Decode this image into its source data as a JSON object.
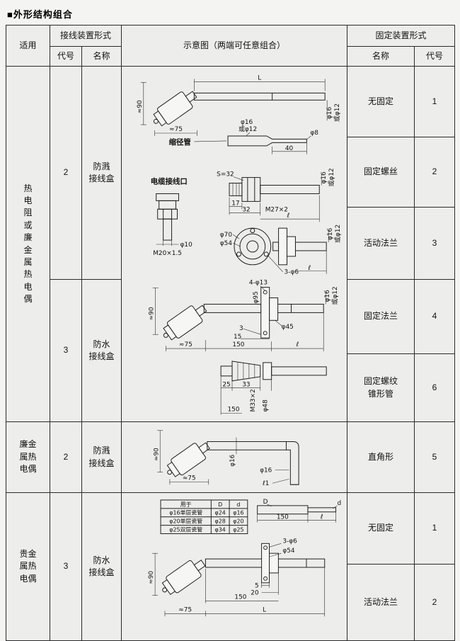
{
  "title": "■外形结构组合",
  "table": {
    "header": {
      "applicable": "适用",
      "junction": "接线装置形式",
      "code": "代号",
      "name": "名称",
      "schematic": "示意图（两端可任意组合）",
      "fixing": "固定装置形式",
      "fix_name": "名称",
      "fix_code": "代号"
    }
  },
  "rows": {
    "sec1": {
      "applicable": "热\n电\n阻\n或\n廉\n金\n属\n热\n电\n偶",
      "j1_code": "2",
      "j1_name": "防溅\n接线盒",
      "j2_code": "3",
      "j2_name": "防水\n接线盒",
      "fix1_name": "无固定",
      "fix1_code": "1",
      "fix2_name": "固定螺丝",
      "fix2_code": "2",
      "fix3_name": "活动法兰",
      "fix3_code": "3",
      "fix4_name": "固定法兰",
      "fix4_code": "4",
      "fix5_name": "固定螺纹\n锥形管",
      "fix5_code": "6"
    },
    "sec2": {
      "applicable": "廉金\n属热\n电偶",
      "j_code": "2",
      "j_name": "防溅\n接线盒",
      "fix_name": "直角形",
      "fix_code": "5"
    },
    "sec3": {
      "applicable": "贵金\n属热\n电偶",
      "j_code": "3",
      "j_name": "防水\n接线盒",
      "fix1_name": "无固定",
      "fix1_code": "1",
      "fix2_name": "活动法兰",
      "fix2_code": "2"
    }
  },
  "diagrams": {
    "splash": {
      "approx90": "≈90",
      "approx75": "≈75",
      "L": "L",
      "dia16": "φ16",
      "or12": "或φ12",
      "reducer": "缩径管",
      "red_dia16": "φ16",
      "red_or12": "或φ12",
      "dia8": "φ8",
      "len40": "40"
    },
    "cable": {
      "title": "电缆接线口",
      "s32": "S=32",
      "d17": "17",
      "d32": "32",
      "thread": "M27×2",
      "dia16": "φ16",
      "or12": "或φ12",
      "ell": "ℓ",
      "dia10": "φ10",
      "gland_thread": "M20×1.5"
    },
    "mflange": {
      "dia70": "φ70",
      "dia54": "φ54",
      "holes": "3-φ6",
      "dia16": "φ16",
      "or12": "或φ12",
      "ell": "ℓ"
    },
    "fflange": {
      "holes": "4-φ13",
      "dia95": "φ95",
      "dia45": "φ45",
      "t3": "3",
      "t15": "15",
      "len150": "150",
      "ell": "ℓ",
      "approx90": "≈90",
      "approx75": "≈75",
      "dia16": "φ16",
      "or12": "或φ12"
    },
    "taper": {
      "d25": "25",
      "d33": "33",
      "thread": "M33×2",
      "dia48": "φ48",
      "len150": "150"
    },
    "rightangle": {
      "approx90": "≈90",
      "approx75": "≈75",
      "dia16h": "φ16",
      "dia16v": "φ16",
      "ell1": "ℓ1"
    },
    "ceramic": {
      "h_use": "用于",
      "h_D": "D",
      "h_d": "d",
      "r1": [
        "φ16单层瓷管",
        "φ24",
        "φ16"
      ],
      "r2": [
        "φ20单层瓷管",
        "φ28",
        "φ20"
      ],
      "r3": [
        "φ25双层瓷管",
        "φ34",
        "φ25"
      ],
      "len150": "150",
      "ell": "ℓ",
      "D": "D",
      "d": "d"
    },
    "noble": {
      "approx90": "≈90",
      "approx75": "≈75",
      "holes": "3-φ6",
      "dia54": "φ54",
      "t5": "5",
      "t20": "20",
      "len150": "150",
      "L": "L"
    }
  }
}
